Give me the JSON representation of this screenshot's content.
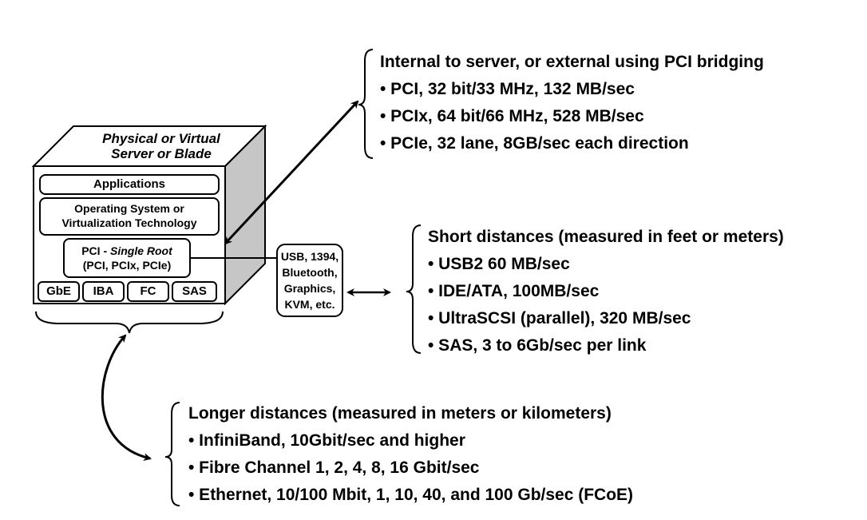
{
  "server": {
    "title_line1": "Physical or Virtual",
    "title_line2": "Server or Blade",
    "applications": "Applications",
    "os_line1": "Operating System or",
    "os_line2": "Virtualization Technology",
    "pci_prefix": "PCI - ",
    "pci_italic": "Single Root",
    "pci_line2": "(PCI, PCIx, PCIe)",
    "adapters": [
      "GbE",
      "IBA",
      "FC",
      "SAS"
    ]
  },
  "peripherals": {
    "lines": [
      "USB, 1394,",
      "Bluetooth,",
      "Graphics,",
      "KVM, etc."
    ]
  },
  "internal": {
    "heading": "Internal to server, or external using PCI bridging",
    "items": [
      "• PCI, 32 bit/33 MHz, 132 MB/sec",
      "• PCIx, 64 bit/66 MHz, 528 MB/sec",
      "• PCIe, 32 lane, 8GB/sec each direction"
    ]
  },
  "short": {
    "heading": "Short distances (measured in feet or meters)",
    "items": [
      "• USB2 60 MB/sec",
      "• IDE/ATA, 100MB/sec",
      "• UltraSCSI (parallel), 320 MB/sec",
      "• SAS, 3 to 6Gb/sec per link"
    ]
  },
  "longer": {
    "heading": "Longer distances (measured in meters or kilometers)",
    "items": [
      "• InfiniBand, 10Gbit/sec and higher",
      "• Fibre Channel 1, 2, 4, 8, 16 Gbit/sec",
      "• Ethernet, 10/100 Mbit, 1, 10, 40, and 100 Gb/sec (FCoE)"
    ]
  }
}
